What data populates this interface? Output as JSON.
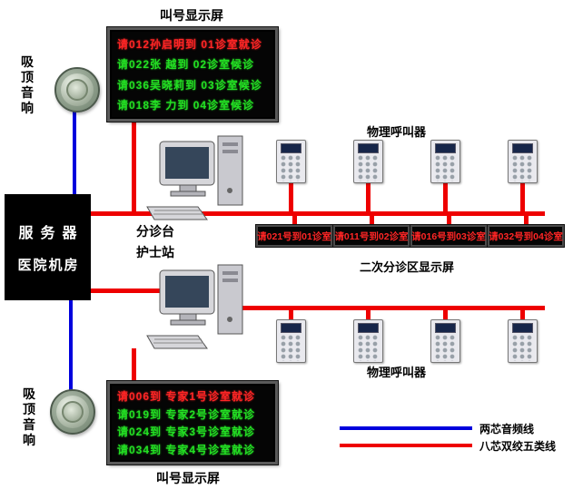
{
  "titles": {
    "display_top": "叫号显示屏",
    "display_bottom": "叫号显示屏",
    "caller_top": "物理呼叫器",
    "caller_bottom": "物理呼叫器",
    "secondary": "二次分诊区显示屏",
    "station_line1": "分诊台",
    "station_line2": "护士站"
  },
  "server_box": {
    "line1": "服务器",
    "line2": "医院机房"
  },
  "speakers": {
    "top_label": "吸顶音响",
    "bottom_label": "吸顶音响"
  },
  "display_top": {
    "lines": [
      {
        "text": "请012孙启明到 01诊室就诊",
        "color": "red"
      },
      {
        "text": "请022张 越到 02诊室候诊",
        "color": "green"
      },
      {
        "text": "请036吴晓莉到 03诊室候诊",
        "color": "green"
      },
      {
        "text": "请018李 力到 04诊室候诊",
        "color": "green"
      }
    ]
  },
  "display_bottom": {
    "lines": [
      {
        "text": "请006到 专家1号诊室就诊",
        "color": "red"
      },
      {
        "text": "请019到 专家2号诊室就诊",
        "color": "green"
      },
      {
        "text": "请024到 专家3号诊室就诊",
        "color": "green"
      },
      {
        "text": "请034到 专家4号诊室就诊",
        "color": "green"
      }
    ]
  },
  "secondary_displays": [
    "请021号到01诊室",
    "请011号到02诊室",
    "请016号到03诊室",
    "请032号到04诊室"
  ],
  "legend": {
    "audio": {
      "label": "两芯音频线",
      "color": "#0000dd"
    },
    "cat5": {
      "label": "八芯双绞五类线",
      "color": "#ee0000"
    }
  },
  "colors": {
    "led_red": "#ff2525",
    "led_green": "#23e023",
    "wire_red": "#ee0000",
    "wire_blue": "#0000dd"
  }
}
